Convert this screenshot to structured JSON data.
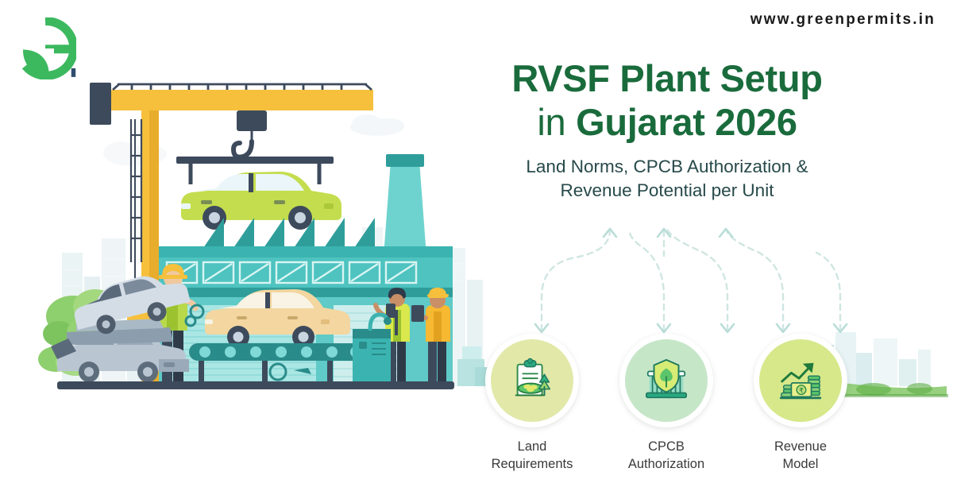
{
  "brand": {
    "logo_icon": "green-g-leaf-logo",
    "site_url": "www.greenpermits.in"
  },
  "header": {
    "title_line1": "RVSF Plant Setup",
    "title_line2_light": "in ",
    "title_line2_bold": "Gujarat 2026",
    "subtitle_line1": "Land Norms, CPCB Authorization &",
    "subtitle_line2": "Revenue Potential per Unit"
  },
  "steps": [
    {
      "icon": "clipboard-land-plot-icon",
      "label_line1": "Land",
      "label_line2": "Requirements",
      "disc_color": "#e2e8a8"
    },
    {
      "icon": "shield-government-building-icon",
      "label_line1": "CPCB",
      "label_line2": "Authorization",
      "disc_color": "#c6e6c8"
    },
    {
      "icon": "money-growth-chart-icon",
      "label_line1": "Revenue",
      "label_line2": "Model",
      "disc_color": "#d6e88a"
    }
  ],
  "illustration": {
    "name": "vehicle-scrapping-facility-illustration",
    "elements": [
      "overhead-gantry-crane",
      "lifted-green-car",
      "factory-building-sawtooth-roof",
      "smokestack-chimney",
      "assembly-line-conveyor",
      "tan-car-on-conveyor",
      "scrap-car-pile",
      "worker-yellow-helmet",
      "worker-with-tablet",
      "worker-inspector",
      "background-city-skyline",
      "trees-and-clouds"
    ]
  },
  "colors": {
    "brand_green": "#3cb95f",
    "title_green": "#1a6b3c",
    "subtitle_slate": "#27494a",
    "crane_yellow": "#f6c03d",
    "factory_teal": "#4ec3c0",
    "factory_teal_dark": "#2f9e9b",
    "slate_dark": "#3d4a5c",
    "car_green": "#c4dd4e",
    "car_tan": "#f3d6a0",
    "arrow_dashed": "#bfe0dc",
    "background": "#ffffff"
  }
}
